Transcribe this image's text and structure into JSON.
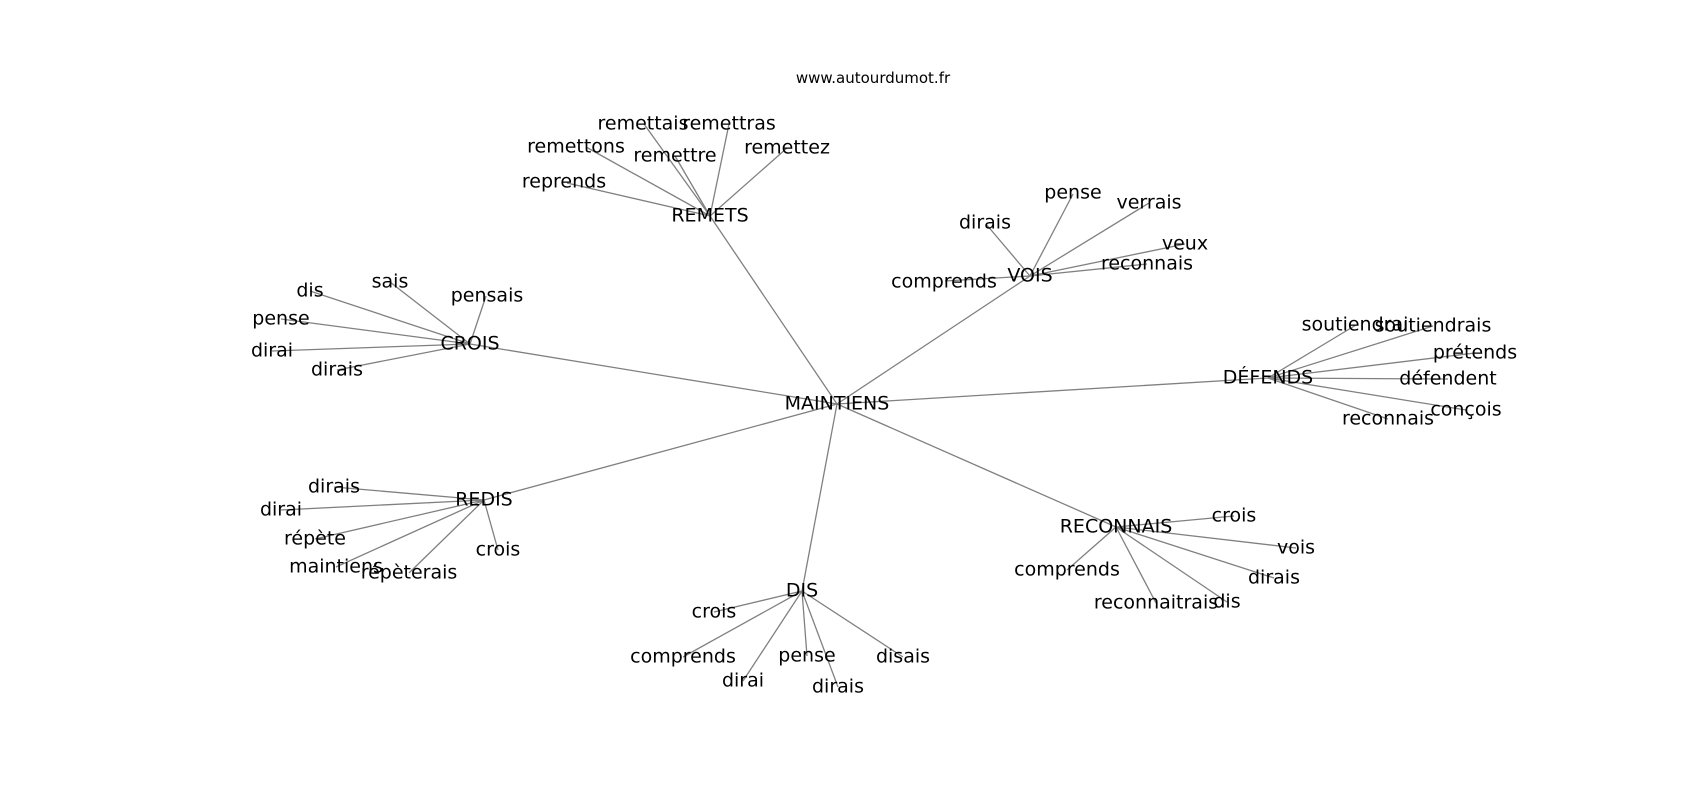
{
  "site": "www.autourdumot.fr",
  "root": "MAINTIENS",
  "clusters": [
    {
      "word": "REMETS",
      "children": [
        "remettais",
        "remettras",
        "remettons",
        "remettre",
        "remettez",
        "reprends"
      ]
    },
    {
      "word": "VOIS",
      "children": [
        "pense",
        "verrais",
        "dirais",
        "veux",
        "reconnais",
        "comprends"
      ]
    },
    {
      "word": "CROIS",
      "children": [
        "dis",
        "sais",
        "pensais",
        "pense",
        "dirai",
        "dirais"
      ]
    },
    {
      "word": "DÉFENDS",
      "children": [
        "soutiendrai",
        "soutiendrais",
        "prétends",
        "défendent",
        "conçois",
        "reconnais"
      ]
    },
    {
      "word": "REDIS",
      "children": [
        "dirais",
        "dirai",
        "répète",
        "maintiens",
        "répèterais",
        "crois"
      ]
    },
    {
      "word": "RECONNAIS",
      "children": [
        "crois",
        "vois",
        "dirais",
        "comprends",
        "reconnaitrais",
        "dis"
      ]
    },
    {
      "word": "DIS",
      "children": [
        "crois",
        "comprends",
        "pense",
        "disais",
        "dirai",
        "dirais"
      ]
    }
  ]
}
